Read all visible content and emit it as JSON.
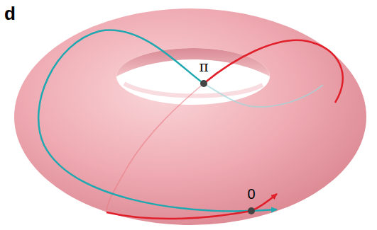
{
  "diagram": {
    "labels": [
      "d",
      "π",
      "0"
    ]
  }
}
